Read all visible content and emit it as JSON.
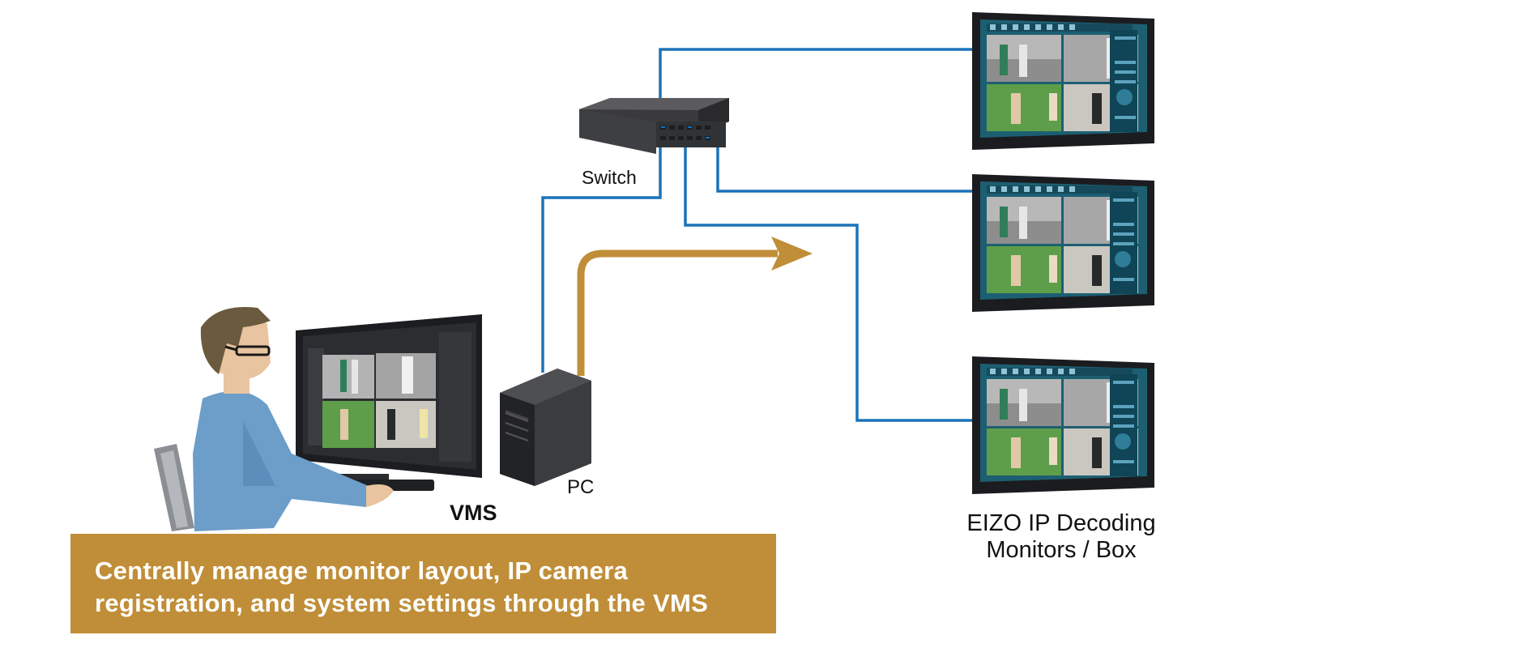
{
  "labels": {
    "switch": "Switch",
    "pc": "PC",
    "vms": "VMS",
    "monitors": "EIZO IP Decoding Monitors / Box"
  },
  "banner": {
    "text": "Centrally manage monitor layout, IP camera\nregistration, and system settings through the VMS"
  },
  "colors": {
    "network_line": "#1c73b8",
    "control_arrow": "#c08e38",
    "banner_bg": "#c08e38",
    "monitor_screen": "#1d5f72",
    "shirt": "#6d9dc9",
    "hair": "#6b5a3e"
  },
  "icons": [
    "person-operator-icon",
    "vms-monitor-icon",
    "pc-tower-icon",
    "network-switch-icon",
    "decoding-monitor-icon"
  ]
}
